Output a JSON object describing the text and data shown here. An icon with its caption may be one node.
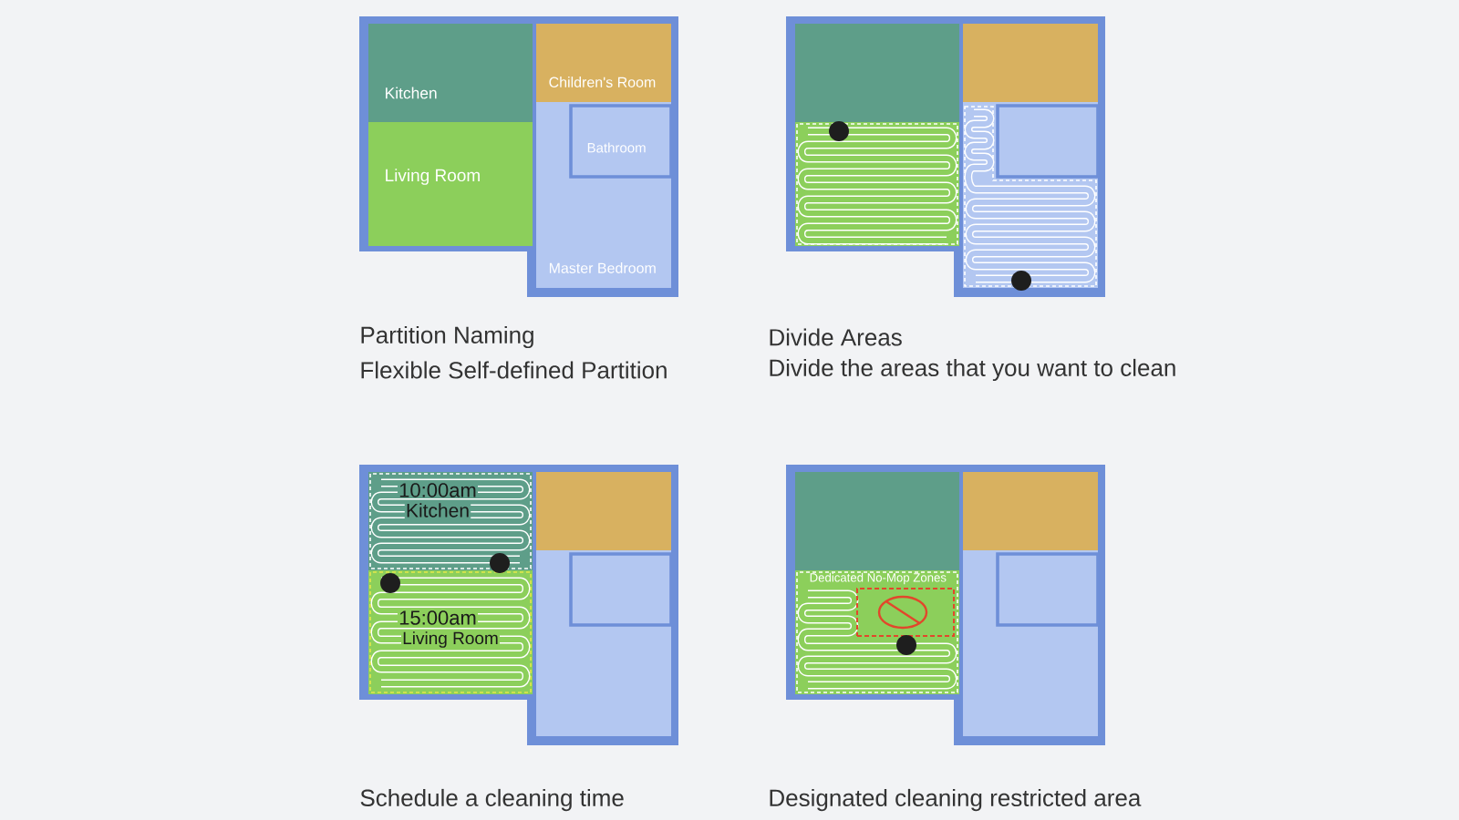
{
  "diagram": {
    "nodes": [
      {
        "text": [],
        "shape": "box",
        "beside": [
          "Partition Naming",
          "Flexible Self-defined Partition"
        ]
      },
      {
        "text": [
          "Kitchen"
        ],
        "in": 0
      },
      {
        "text": [
          "Children's Room"
        ],
        "in": 0
      },
      {
        "text": [
          "Living Room"
        ],
        "in": 0
      },
      {
        "text": [
          "Master Bedroom"
        ],
        "in": 0
      },
      {
        "text": [
          "Bathroom"
        ],
        "in": 4
      },
      {
        "text": [],
        "shape": "box",
        "beside": [
          "Divide Areas",
          "Divide the areas that you want to clean"
        ]
      },
      {
        "text": [],
        "shape": "box",
        "in": 6
      },
      {
        "text": [],
        "shape": "box",
        "in": 6
      },
      {
        "text": [],
        "shape": "box",
        "in": 6
      },
      {
        "text": [],
        "shape": "box",
        "in": 6
      },
      {
        "text": [],
        "shape": "box",
        "in": 10
      },
      {
        "text": [],
        "shape": "box",
        "beside": [
          "Schedule a cleaning time"
        ]
      },
      {
        "text": [
          "10:00am",
          "Kitchen"
        ],
        "in": 12
      },
      {
        "text": [],
        "shape": "box",
        "in": 12
      },
      {
        "text": [
          "15:00am",
          "Living Room"
        ],
        "in": 12
      },
      {
        "text": [],
        "shape": "box",
        "in": 12
      },
      {
        "text": [],
        "shape": "box",
        "in": 16
      },
      {
        "text": [],
        "shape": "box",
        "beside": [
          "Designated cleaning restricted area"
        ]
      },
      {
        "text": [],
        "shape": "box",
        "in": 18
      },
      {
        "text": [],
        "shape": "box",
        "in": 18
      },
      {
        "text": [],
        "shape": "box",
        "in": 18
      },
      {
        "text": [
          "Dedicated No-Mop Zones"
        ],
        "in": 21
      },
      {
        "text": [],
        "shape": "box",
        "in": 18
      },
      {
        "text": [],
        "shape": "box",
        "in": 23
      }
    ]
  }
}
